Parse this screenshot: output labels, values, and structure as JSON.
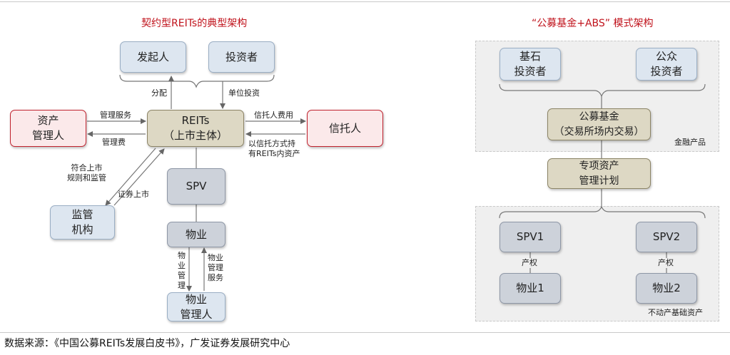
{
  "left": {
    "title": "契约型REITs的典型架构",
    "boxes": {
      "sponsor": "发起人",
      "investors": "投资者",
      "reits": "REITs\n（上市主体）",
      "asset_manager": "资产\n管理人",
      "trustee": "信托人",
      "regulator": "监管\n机构",
      "spv": "SPV",
      "property": "物业",
      "property_manager": "物业\n管理人"
    },
    "labels": {
      "distribution": "分配",
      "unit_investment": "单位投资",
      "mgmt_service": "管理服务",
      "mgmt_fee": "管理费",
      "trustee_fee": "信托人费用",
      "trust_hold": "以信托方式持\n有REITs内资产",
      "compliance": "符合上市\n规则和监管",
      "listing": "证券上市",
      "property_vertical": "物\n业\n管\n理",
      "property_service": "物业\n管理\n服务"
    }
  },
  "right": {
    "title": "“公募基金+ABS” 模式架构",
    "boxes": {
      "cornerstone": "基石\n投资者",
      "public_investors": "公众\n投资者",
      "public_fund": "公募基金\n（交易所场内交易）",
      "abs_plan": "专项资产\n管理计划",
      "spv1": "SPV1",
      "spv2": "SPV2",
      "property1": "物业1",
      "property2": "物业2"
    },
    "labels": {
      "financial_product": "金融产品",
      "ownership1": "产权",
      "ownership2": "产权",
      "real_estate_asset": "不动产基础资产"
    }
  },
  "source": "数据来源：《中国公募REITs发展白皮书》，广发证券发展研究中心",
  "colors": {
    "title_red": "#c0121b",
    "blue_box": "#dde6f0",
    "red_border": "#c0212d",
    "tan_box": "#ddd8c4",
    "grey_box": "#cdd2da"
  }
}
